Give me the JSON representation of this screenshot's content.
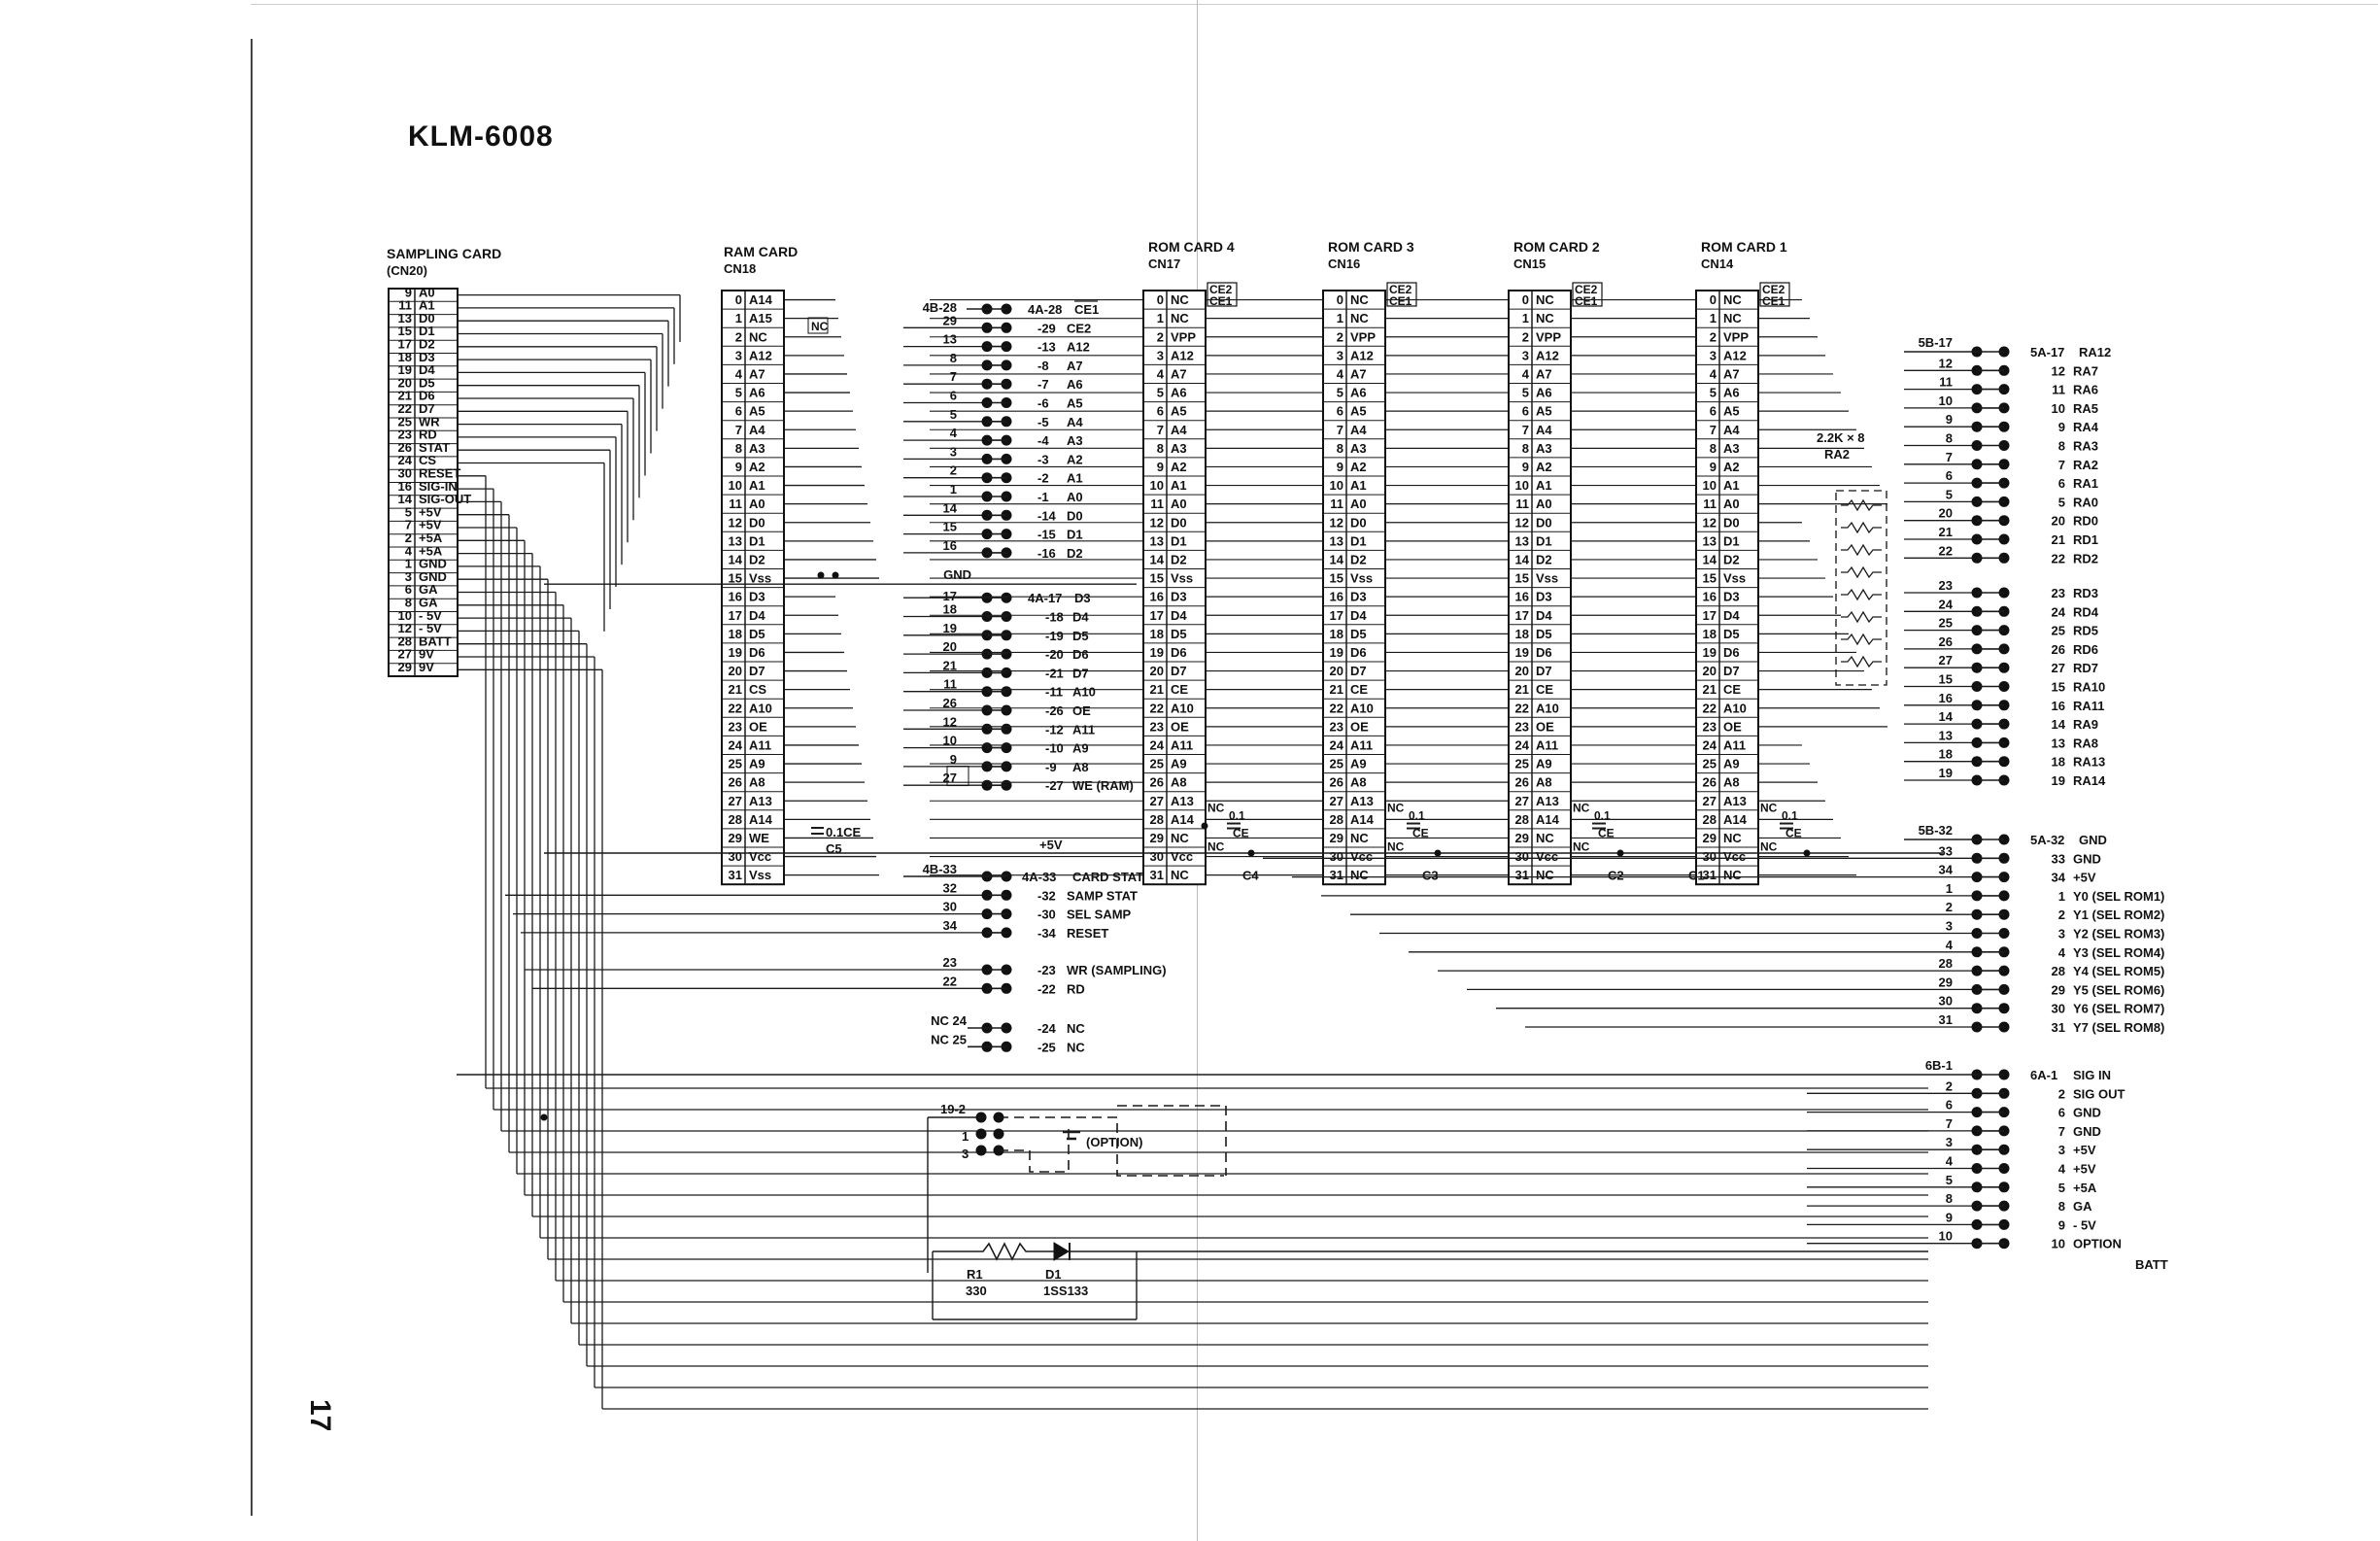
{
  "title": "KLM-6008",
  "page_number": "17",
  "sampling": {
    "heading": "SAMPLING CARD",
    "cn": "(CN20)",
    "pins": [
      [
        "9",
        "A0"
      ],
      [
        "11",
        "A1"
      ],
      [
        "13",
        "D0"
      ],
      [
        "15",
        "D1"
      ],
      [
        "17",
        "D2"
      ],
      [
        "18",
        "D3"
      ],
      [
        "19",
        "D4"
      ],
      [
        "20",
        "D5"
      ],
      [
        "21",
        "D6"
      ],
      [
        "22",
        "D7"
      ],
      [
        "25",
        "WR"
      ],
      [
        "23",
        "RD"
      ],
      [
        "26",
        "STAT"
      ],
      [
        "24",
        "CS"
      ],
      [
        "30",
        "RESET"
      ],
      [
        "16",
        "SIG-IN"
      ],
      [
        "14",
        "SIG-OUT"
      ],
      [
        "5",
        "+5V"
      ],
      [
        "7",
        "+5V"
      ],
      [
        "2",
        "+5A"
      ],
      [
        "4",
        "+5A"
      ],
      [
        "1",
        "GND"
      ],
      [
        "3",
        "GND"
      ],
      [
        "6",
        "GA"
      ],
      [
        "8",
        "GA"
      ],
      [
        "10",
        "- 5V"
      ],
      [
        "12",
        "- 5V"
      ],
      [
        "28",
        "BATT"
      ],
      [
        "27",
        "9V"
      ],
      [
        "29",
        "9V"
      ]
    ]
  },
  "ram": {
    "heading": "RAM CARD",
    "cn": "CN18",
    "nc_label": "NC",
    "cap": "0.1CE",
    "cap_name": "C5",
    "pins": [
      [
        "0",
        "A14"
      ],
      [
        "1",
        "A15"
      ],
      [
        "2",
        "NC"
      ],
      [
        "3",
        "A12"
      ],
      [
        "4",
        "A7"
      ],
      [
        "5",
        "A6"
      ],
      [
        "6",
        "A5"
      ],
      [
        "7",
        "A4"
      ],
      [
        "8",
        "A3"
      ],
      [
        "9",
        "A2"
      ],
      [
        "10",
        "A1"
      ],
      [
        "11",
        "A0"
      ],
      [
        "12",
        "D0"
      ],
      [
        "13",
        "D1"
      ],
      [
        "14",
        "D2"
      ],
      [
        "15",
        "Vss"
      ],
      [
        "16",
        "D3"
      ],
      [
        "17",
        "D4"
      ],
      [
        "18",
        "D5"
      ],
      [
        "19",
        "D6"
      ],
      [
        "20",
        "D7"
      ],
      [
        "21",
        "CS"
      ],
      [
        "22",
        "A10"
      ],
      [
        "23",
        "OE"
      ],
      [
        "24",
        "A11"
      ],
      [
        "25",
        "A9"
      ],
      [
        "26",
        "A8"
      ],
      [
        "27",
        "A13"
      ],
      [
        "28",
        "A14"
      ],
      [
        "29",
        "WE"
      ],
      [
        "30",
        "Vcc"
      ],
      [
        "31",
        "Vss"
      ]
    ]
  },
  "roms": [
    {
      "heading": "ROM CARD 4",
      "cn": "CN17",
      "cap": "0.1",
      "cap_name": "C4",
      "pins": [
        [
          "0",
          "NC"
        ],
        [
          "1",
          "NC"
        ],
        [
          "2",
          "VPP"
        ],
        [
          "3",
          "A12"
        ],
        [
          "4",
          "A7"
        ],
        [
          "5",
          "A6"
        ],
        [
          "6",
          "A5"
        ],
        [
          "7",
          "A4"
        ],
        [
          "8",
          "A3"
        ],
        [
          "9",
          "A2"
        ],
        [
          "10",
          "A1"
        ],
        [
          "11",
          "A0"
        ],
        [
          "12",
          "D0"
        ],
        [
          "13",
          "D1"
        ],
        [
          "14",
          "D2"
        ],
        [
          "15",
          "Vss"
        ],
        [
          "16",
          "D3"
        ],
        [
          "17",
          "D4"
        ],
        [
          "18",
          "D5"
        ],
        [
          "19",
          "D6"
        ],
        [
          "20",
          "D7"
        ],
        [
          "21",
          "CE"
        ],
        [
          "22",
          "A10"
        ],
        [
          "23",
          "OE"
        ],
        [
          "24",
          "A11"
        ],
        [
          "25",
          "A9"
        ],
        [
          "26",
          "A8"
        ],
        [
          "27",
          "A13"
        ],
        [
          "28",
          "A14"
        ],
        [
          "29",
          "NC"
        ],
        [
          "30",
          "Vcc"
        ],
        [
          "31",
          "NC"
        ]
      ]
    },
    {
      "heading": "ROM CARD 3",
      "cn": "CN16",
      "cap": "0.1",
      "cap_name": "C3",
      "pins": [
        [
          "0",
          "NC"
        ],
        [
          "1",
          "NC"
        ],
        [
          "2",
          "VPP"
        ],
        [
          "3",
          "A12"
        ],
        [
          "4",
          "A7"
        ],
        [
          "5",
          "A6"
        ],
        [
          "6",
          "A5"
        ],
        [
          "7",
          "A4"
        ],
        [
          "8",
          "A3"
        ],
        [
          "9",
          "A2"
        ],
        [
          "10",
          "A1"
        ],
        [
          "11",
          "A0"
        ],
        [
          "12",
          "D0"
        ],
        [
          "13",
          "D1"
        ],
        [
          "14",
          "D2"
        ],
        [
          "15",
          "Vss"
        ],
        [
          "16",
          "D3"
        ],
        [
          "17",
          "D4"
        ],
        [
          "18",
          "D5"
        ],
        [
          "19",
          "D6"
        ],
        [
          "20",
          "D7"
        ],
        [
          "21",
          "CE"
        ],
        [
          "22",
          "A10"
        ],
        [
          "23",
          "OE"
        ],
        [
          "24",
          "A11"
        ],
        [
          "25",
          "A9"
        ],
        [
          "26",
          "A8"
        ],
        [
          "27",
          "A13"
        ],
        [
          "28",
          "A14"
        ],
        [
          "29",
          "NC"
        ],
        [
          "30",
          "Vcc"
        ],
        [
          "31",
          "NC"
        ]
      ]
    },
    {
      "heading": "ROM CARD 2",
      "cn": "CN15",
      "cap": "0.1",
      "cap_name": "C2",
      "pins": [
        [
          "0",
          "NC"
        ],
        [
          "1",
          "NC"
        ],
        [
          "2",
          "VPP"
        ],
        [
          "3",
          "A12"
        ],
        [
          "4",
          "A7"
        ],
        [
          "5",
          "A6"
        ],
        [
          "6",
          "A5"
        ],
        [
          "7",
          "A4"
        ],
        [
          "8",
          "A3"
        ],
        [
          "9",
          "A2"
        ],
        [
          "10",
          "A1"
        ],
        [
          "11",
          "A0"
        ],
        [
          "12",
          "D0"
        ],
        [
          "13",
          "D1"
        ],
        [
          "14",
          "D2"
        ],
        [
          "15",
          "Vss"
        ],
        [
          "16",
          "D3"
        ],
        [
          "17",
          "D4"
        ],
        [
          "18",
          "D5"
        ],
        [
          "19",
          "D6"
        ],
        [
          "20",
          "D7"
        ],
        [
          "21",
          "CE"
        ],
        [
          "22",
          "A10"
        ],
        [
          "23",
          "OE"
        ],
        [
          "24",
          "A11"
        ],
        [
          "25",
          "A9"
        ],
        [
          "26",
          "A8"
        ],
        [
          "27",
          "A13"
        ],
        [
          "28",
          "A14"
        ],
        [
          "29",
          "NC"
        ],
        [
          "30",
          "Vcc"
        ],
        [
          "31",
          "NC"
        ]
      ]
    },
    {
      "heading": "ROM CARD 1",
      "cn": "CN14",
      "cap": "0.1",
      "cap_name": "C1",
      "pins": [
        [
          "0",
          "NC"
        ],
        [
          "1",
          "NC"
        ],
        [
          "2",
          "VPP"
        ],
        [
          "3",
          "A12"
        ],
        [
          "4",
          "A7"
        ],
        [
          "5",
          "A6"
        ],
        [
          "6",
          "A5"
        ],
        [
          "7",
          "A4"
        ],
        [
          "8",
          "A3"
        ],
        [
          "9",
          "A2"
        ],
        [
          "10",
          "A1"
        ],
        [
          "11",
          "A0"
        ],
        [
          "12",
          "D0"
        ],
        [
          "13",
          "D1"
        ],
        [
          "14",
          "D2"
        ],
        [
          "15",
          "Vss"
        ],
        [
          "16",
          "D3"
        ],
        [
          "17",
          "D4"
        ],
        [
          "18",
          "D5"
        ],
        [
          "19",
          "D6"
        ],
        [
          "20",
          "D7"
        ],
        [
          "21",
          "CE"
        ],
        [
          "22",
          "A10"
        ],
        [
          "23",
          "OE"
        ],
        [
          "24",
          "A11"
        ],
        [
          "25",
          "A9"
        ],
        [
          "26",
          "A8"
        ],
        [
          "27",
          "A13"
        ],
        [
          "28",
          "A14"
        ],
        [
          "29",
          "NC"
        ],
        [
          "30",
          "Vcc"
        ],
        [
          "31",
          "NC"
        ]
      ]
    }
  ],
  "rom_ce_labels": [
    "CE2",
    "CE1"
  ],
  "nc_text": "NC",
  "ce_text": "CE",
  "conn4b": {
    "head_left": "4B-28",
    "rows1": [
      [
        "29",
        "-29",
        "CE2"
      ],
      [
        "13",
        "-13",
        "A12"
      ],
      [
        "8",
        "-8",
        "A7"
      ],
      [
        "7",
        "-7",
        "A6"
      ],
      [
        "6",
        "-6",
        "A5"
      ],
      [
        "5",
        "-5",
        "A4"
      ],
      [
        "4",
        "-4",
        "A3"
      ],
      [
        "3",
        "-3",
        "A2"
      ],
      [
        "2",
        "-2",
        "A1"
      ],
      [
        "1",
        "-1",
        "A0"
      ],
      [
        "14",
        "-14",
        "D0"
      ],
      [
        "15",
        "-15",
        "D1"
      ],
      [
        "16",
        "-16",
        "D2"
      ]
    ],
    "head_right": "4A-28",
    "head_right_sig": "CE1",
    "gnd": "GND",
    "head2_left": "17",
    "head2_right": "4A-17",
    "head2_sig": "D3",
    "rows2": [
      [
        "18",
        "-18",
        "D4"
      ],
      [
        "19",
        "-19",
        "D5"
      ],
      [
        "20",
        "-20",
        "D6"
      ],
      [
        "21",
        "-21",
        "D7"
      ],
      [
        "11",
        "-11",
        "A10"
      ],
      [
        "26",
        "-26",
        "OE"
      ],
      [
        "12",
        "-12",
        "A11"
      ],
      [
        "10",
        "-10",
        "A9"
      ],
      [
        "9",
        "-9",
        "A8"
      ],
      [
        "27",
        "-27",
        "WE (RAM)"
      ]
    ],
    "plus5": "+5V",
    "head3_left": "4B-33",
    "head3_right": "4A-33",
    "head3_sig": "CARD STAT",
    "rows3": [
      [
        "32",
        "-32",
        "SAMP STAT"
      ],
      [
        "30",
        "-30",
        "SEL SAMP"
      ],
      [
        "34",
        "-34",
        "RESET"
      ]
    ],
    "rows4": [
      [
        "23",
        "-23",
        "WR (SAMPLING)"
      ],
      [
        "22",
        "-22",
        "RD"
      ]
    ],
    "rows5": [
      [
        "NC 24",
        "-24",
        "NC"
      ],
      [
        "NC 25",
        "-25",
        "NC"
      ]
    ]
  },
  "option": {
    "conn": "19-2",
    "pins": [
      "1",
      "3"
    ],
    "label": "(OPTION)",
    "r_name": "R1",
    "r_val": "330",
    "d_name": "D1",
    "d_val": "1SS133"
  },
  "resnet": {
    "label": "2.2K × 8",
    "name": "RA2"
  },
  "conn5b": {
    "head_left": "5B-17",
    "head_right": "5A-17",
    "head_sig": "RA12",
    "rows1": [
      [
        "12",
        "12",
        "RA7"
      ],
      [
        "11",
        "11",
        "RA6"
      ],
      [
        "10",
        "10",
        "RA5"
      ],
      [
        "9",
        "9",
        "RA4"
      ],
      [
        "8",
        "8",
        "RA3"
      ],
      [
        "7",
        "7",
        "RA2"
      ],
      [
        "6",
        "6",
        "RA1"
      ],
      [
        "5",
        "5",
        "RA0"
      ],
      [
        "20",
        "20",
        "RD0"
      ],
      [
        "21",
        "21",
        "RD1"
      ],
      [
        "22",
        "22",
        "RD2"
      ]
    ],
    "rows1b": [
      [
        "23",
        "23",
        "RD3"
      ],
      [
        "24",
        "24",
        "RD4"
      ],
      [
        "25",
        "25",
        "RD5"
      ],
      [
        "26",
        "26",
        "RD6"
      ],
      [
        "27",
        "27",
        "RD7"
      ],
      [
        "15",
        "15",
        "RA10"
      ],
      [
        "16",
        "16",
        "RA11"
      ],
      [
        "14",
        "14",
        "RA9"
      ],
      [
        "13",
        "13",
        "RA8"
      ],
      [
        "18",
        "18",
        "RA13"
      ],
      [
        "19",
        "19",
        "RA14"
      ]
    ],
    "head2_left": "5B-32",
    "head2_right": "5A-32",
    "head2_sig": "GND",
    "rows2": [
      [
        "33",
        "33",
        "GND"
      ],
      [
        "34",
        "34",
        "+5V"
      ],
      [
        "1",
        "1",
        "Y0 (SEL ROM1)"
      ],
      [
        "2",
        "2",
        "Y1 (SEL ROM2)"
      ],
      [
        "3",
        "3",
        "Y2 (SEL ROM3)"
      ],
      [
        "4",
        "4",
        "Y3 (SEL ROM4)"
      ],
      [
        "28",
        "28",
        "Y4 (SEL ROM5)"
      ],
      [
        "29",
        "29",
        "Y5 (SEL ROM6)"
      ],
      [
        "30",
        "30",
        "Y6 (SEL ROM7)"
      ],
      [
        "31",
        "31",
        "Y7 (SEL ROM8)"
      ]
    ]
  },
  "conn6b": {
    "head_left": "6B-1",
    "head_right": "6A-1",
    "head_sig": "SIG IN",
    "rows": [
      [
        "2",
        "2",
        "SIG OUT"
      ],
      [
        "6",
        "6",
        "GND"
      ],
      [
        "7",
        "7",
        "GND"
      ],
      [
        "3",
        "3",
        "+5V"
      ],
      [
        "4",
        "4",
        "+5V"
      ],
      [
        "5",
        "5",
        "+5A"
      ],
      [
        "8",
        "8",
        "GA"
      ],
      [
        "9",
        "9",
        "- 5V"
      ],
      [
        "10",
        "10",
        "OPTION"
      ]
    ],
    "batt": "BATT"
  }
}
